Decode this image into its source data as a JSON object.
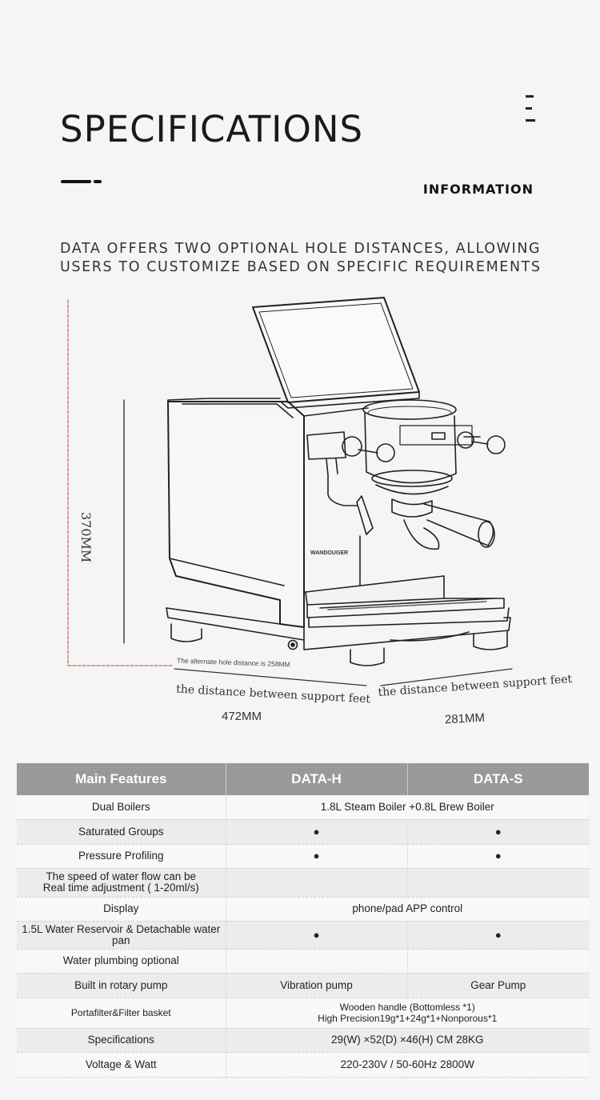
{
  "header": {
    "title": "SPECIFICATIONS",
    "subheading": "INFORMATION",
    "intro": "DATA OFFERS TWO OPTIONAL HOLE DISTANCES, ALLOWING USERS TO CUSTOMIZE BASED ON SPECIFIC REQUIREMENTS"
  },
  "diagram": {
    "height_label": "370MM",
    "brand_mark": "WANDOUGER",
    "alternate_hole_note": "The alternate hole distance is 258MM",
    "feet_label_left": "the distance between support feet",
    "width_value": "472MM",
    "feet_label_right": "the distance between support feet",
    "depth_value": "281MM"
  },
  "table": {
    "headers": [
      "Main Features",
      "DATA-H",
      "DATA-S"
    ],
    "rows": [
      {
        "feature": "Dual Boilers",
        "shared": "1.8L Steam Boiler +0.8L Brew Boiler"
      },
      {
        "feature": "Saturated Groups",
        "h": "●",
        "s": "●"
      },
      {
        "feature": "Pressure Profiling",
        "h": "●",
        "s": "●"
      },
      {
        "feature_l1": "The speed of water flow can be",
        "feature_l2": "Real time adjustment ( 1-20ml/s)",
        "h": "",
        "s": ""
      },
      {
        "feature": "Display",
        "shared": "phone/pad  APP control"
      },
      {
        "feature_l1": "1.5L Water Reservoir & Detachable water",
        "feature_l2": "pan",
        "h": "●",
        "s": "●"
      },
      {
        "feature": "Water plumbing optional",
        "h": "",
        "s": ""
      },
      {
        "feature": "Built in rotary pump",
        "h": "Vibration pump",
        "s": "Gear Pump"
      },
      {
        "feature": "Portafilter&Filter basket",
        "shared_l1": "Wooden   handle  (Bottomless *1)",
        "shared_l2": "High Precision19g*1+24g*1+Nonporous*1"
      },
      {
        "feature": "Specifications",
        "shared": "29(W) ×52(D) ×46(H) CM  28KG"
      },
      {
        "feature": "Voltage & Watt",
        "shared": "220-230V / 50-60Hz  2800W"
      }
    ]
  }
}
